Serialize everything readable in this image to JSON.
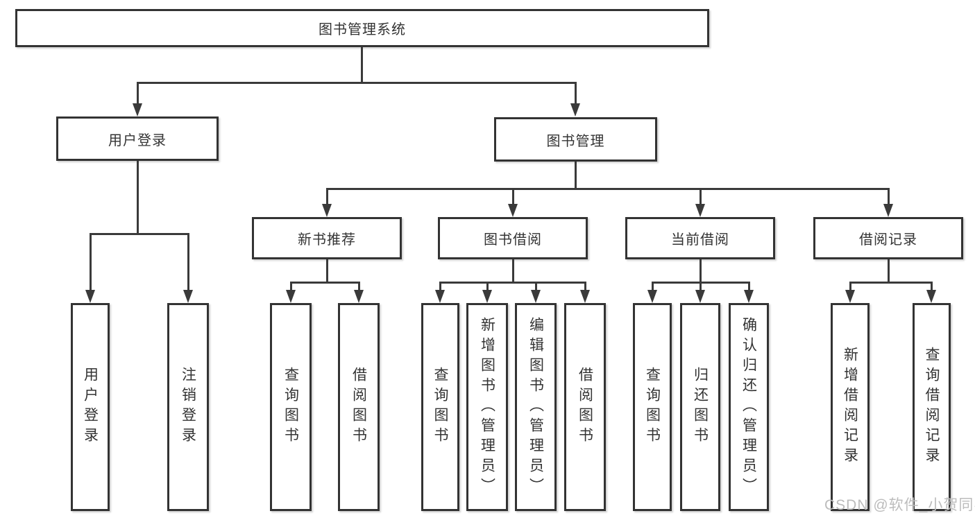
{
  "nodes": {
    "root": "图书管理系统",
    "user_login": "用户登录",
    "book_mgmt": "图书管理",
    "new_book_rec": "新书推荐",
    "book_borrow": "图书借阅",
    "current_borrow": "当前借阅",
    "borrow_record": "借阅记录",
    "leaf_user_login": "用户登录",
    "leaf_logout": "注销登录",
    "leaf_nb_query": "查询图书",
    "leaf_nb_borrow": "借阅图书",
    "leaf_bb_query": "查询图书",
    "leaf_bb_add": "新增图书（管理员）",
    "leaf_bb_edit": "编辑图书（管理员）",
    "leaf_bb_borrow": "借阅图书",
    "leaf_cb_query": "查询图书",
    "leaf_cb_return": "归还图书",
    "leaf_cb_confirm": "确认归还（管理员）",
    "leaf_br_add": "新增借阅记录",
    "leaf_br_query": "查询借阅记录"
  },
  "hierarchy": {
    "root": [
      "user_login",
      "book_mgmt"
    ],
    "user_login": [
      "leaf_user_login",
      "leaf_logout"
    ],
    "book_mgmt": [
      "new_book_rec",
      "book_borrow",
      "current_borrow",
      "borrow_record"
    ],
    "new_book_rec": [
      "leaf_nb_query",
      "leaf_nb_borrow"
    ],
    "book_borrow": [
      "leaf_bb_query",
      "leaf_bb_add",
      "leaf_bb_edit",
      "leaf_bb_borrow"
    ],
    "current_borrow": [
      "leaf_cb_query",
      "leaf_cb_return",
      "leaf_cb_confirm"
    ],
    "borrow_record": [
      "leaf_br_add",
      "leaf_br_query"
    ]
  },
  "watermark": "CSDN @软件_小贺同学",
  "colors": {
    "line": "#3a3a3a",
    "border": "#333333",
    "text": "#333333",
    "watermark": "#bcbcbc",
    "background": "#ffffff"
  }
}
